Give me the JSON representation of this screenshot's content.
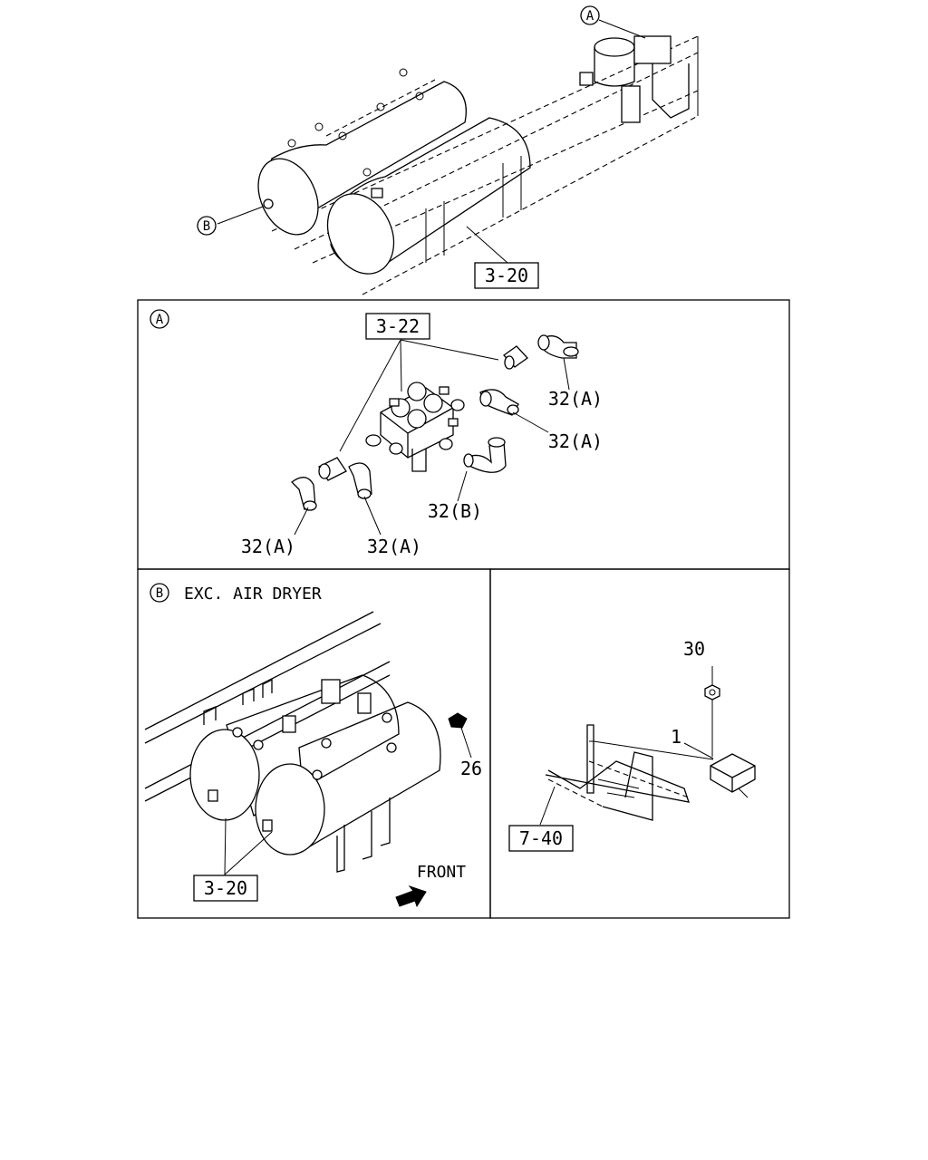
{
  "callouts": {
    "top_A": "A",
    "top_B": "B",
    "panelA": "A",
    "panelB": "B"
  },
  "refs": {
    "top_3_20": "3-20",
    "panelA_3_22": "3-22",
    "panelB_3_20": "3-20",
    "panelC_7_40": "7-40"
  },
  "parts": {
    "p32a_r1": "32(A)",
    "p32a_r2": "32(A)",
    "p32b": "32(B)",
    "p32a_l1": "32(A)",
    "p32a_l2": "32(A)",
    "p26": "26",
    "p30": "30",
    "p1": "1"
  },
  "labels": {
    "exc_air_dryer": "EXC. AIR DRYER",
    "front": "FRONT"
  }
}
